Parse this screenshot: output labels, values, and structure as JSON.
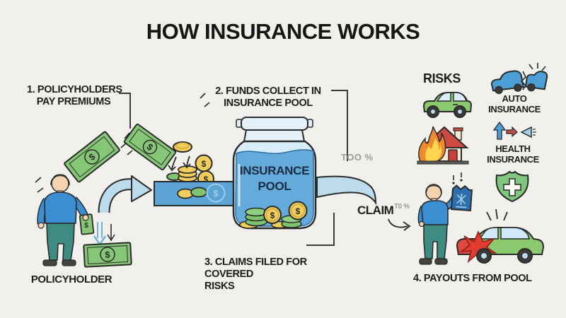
{
  "title": "HOW INSURANCE WORKS",
  "steps": {
    "one": {
      "line1": "1. POLICYHOLDERS",
      "line2": "PAY PREMIUMS"
    },
    "two": {
      "line1": "2. FUNDS COLLECT IN",
      "line2": "INSURANCE POOL"
    },
    "three": {
      "line1": "3. CLAIMS FILED FOR COVERED",
      "line2": "RISKS"
    },
    "four": {
      "label": "4. PAYOUTS FROM POOL"
    }
  },
  "pool": {
    "line1": "INSURANCE",
    "line2": "POOL",
    "percent": "TOO %"
  },
  "claim": {
    "label": "CLAIM",
    "percent": "T0 %"
  },
  "policyholder": {
    "label": "POLICYHOLDER"
  },
  "risks": {
    "heading": "RISKS",
    "auto": {
      "line1": "AUTO",
      "line2": "INSURANCE"
    },
    "health": {
      "line1": "HEALTH",
      "line2": "INSURANCE"
    }
  },
  "currency": {
    "symbol": "$"
  },
  "colors": {
    "background": "#f1f0ed",
    "outline": "#2b2b2b",
    "money_green": "#85c776",
    "coin_yellow": "#f1ce5c",
    "band_blue": "#5ca4d6",
    "light_blue": "#bcdcee",
    "jar_glass": "#d9edf9",
    "water_blue": "#64abdc",
    "shirt_blue": "#3b8ed2",
    "pants_teal": "#3d8b81",
    "risk_red": "#cf4a42",
    "shield_green": "#7fc77f",
    "gray_text": "#9b9b96"
  }
}
